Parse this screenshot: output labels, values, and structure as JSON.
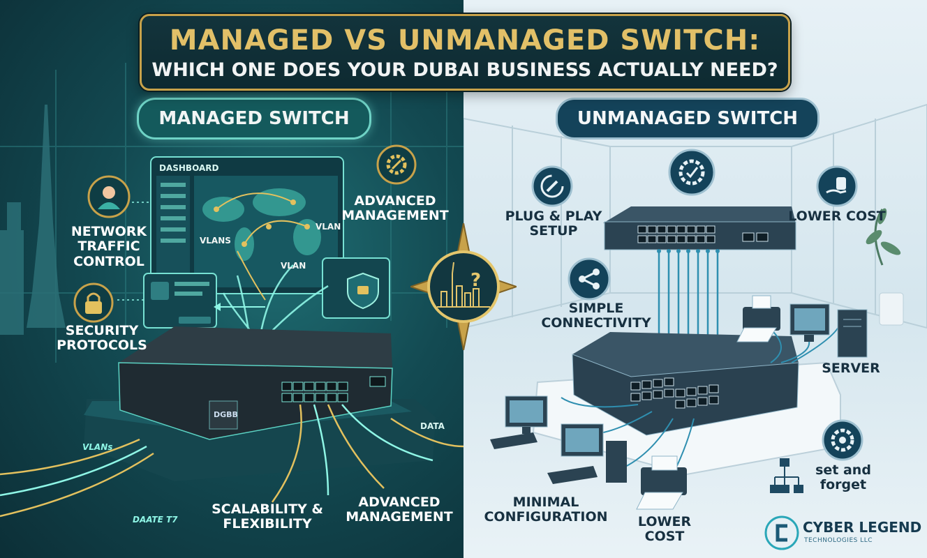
{
  "title": {
    "line1": "MANAGED VS UNMANAGED SWITCH:",
    "line2": "WHICH ONE DOES YOUR DUBAI BUSINESS ACTUALLY NEED?"
  },
  "managed": {
    "heading": "MANAGED SWITCH",
    "dashboard_label": "DASHBOARD",
    "map_labels": [
      "VLANS",
      "VLAN",
      "VLAN"
    ],
    "labels": {
      "network_traffic_control": "NETWORK TRAFFIC CONTROL",
      "security_protocols": "SECURITY PROTOCOLS",
      "advanced_management_top": "ADVANCED MANAGEMENT",
      "scalability": "SCALABILITY & FLEXIBILITY",
      "advanced_management_bottom": "ADVANCED MANAGEMENT"
    },
    "floor_labels": {
      "vlans": "VLANs",
      "data": "DATA",
      "daate": "DAATE T7"
    },
    "device_badge": "DGBB"
  },
  "unmanaged": {
    "heading": "UNMANAGED SWITCH",
    "labels": {
      "plug_play": "PLUG & PLAY SETUP",
      "lower_cost_top": "LOWER COST",
      "simple_connectivity": "SIMPLE CONNECTIVITY",
      "server": "SERVER",
      "minimal_configuration": "MINIMAL CONFIGURATION",
      "lower_cost_bottom": "LOWER COST",
      "set_and_forget": "set and forget"
    }
  },
  "brand": {
    "name": "CYBER LEGEND",
    "sub": "TECHNOLOGIES LLC"
  },
  "colors": {
    "gold": "#c8a24a",
    "teal_glow": "#6fd3c6",
    "navy": "#14435a"
  },
  "icons": [
    "person-icon",
    "lock-icon",
    "gear-wrench-icon",
    "compass-dubai-icon",
    "wrench-icon",
    "share-icon",
    "server-hand-icon",
    "network-icon",
    "gear-icon"
  ]
}
